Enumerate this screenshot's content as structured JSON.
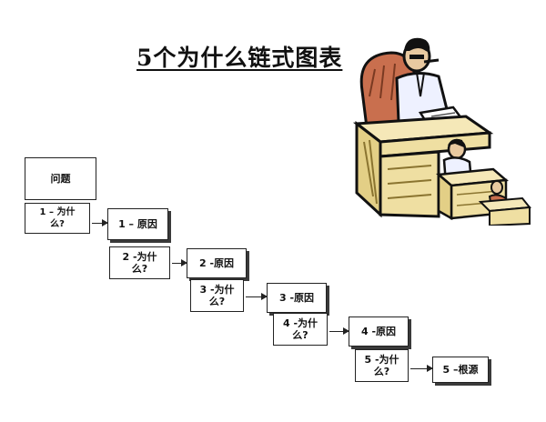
{
  "title": "5个为什么链式图表",
  "problem": {
    "label": "问题"
  },
  "steps": [
    {
      "why": "1 – 为什\n么?",
      "cause": "1 – 原因"
    },
    {
      "why": "2 -为什\n么?",
      "cause": "2 -原因"
    },
    {
      "why": "3 -为什\n么?",
      "cause": "3 -原因"
    },
    {
      "why": "4 -为什\n么?",
      "cause": "4 -原因"
    },
    {
      "why": "5 -为什\n么?",
      "cause": "5 –根源"
    }
  ],
  "illustration": {
    "icon": "desk-workers-icon"
  },
  "colors": {
    "box_border": "#222222",
    "desk": "#efdfa2",
    "chair": "#c96f4e",
    "skin": "#e8c9a0"
  }
}
